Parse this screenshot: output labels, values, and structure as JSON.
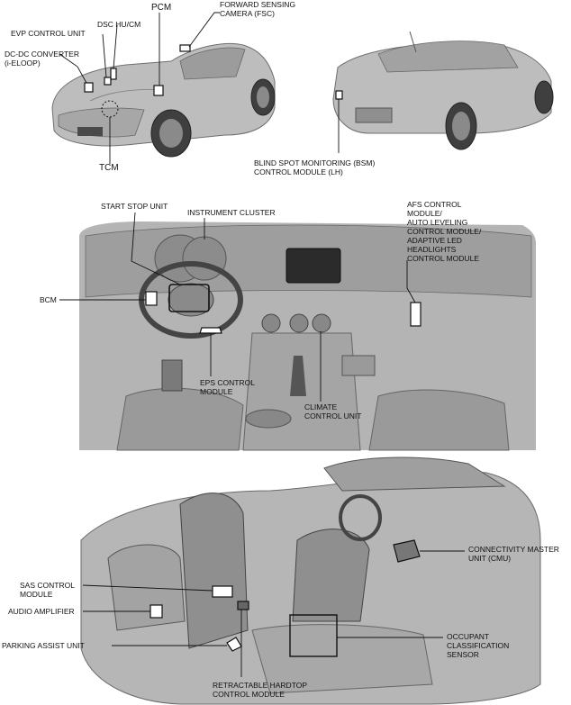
{
  "top": {
    "pcm": "PCM",
    "fsc": "FORWARD SENSING\nCAMERA (FSC)",
    "dsc": "DSC HU/CM",
    "evp": "EVP CONTROL UNIT",
    "dcdc": "DC-DC CONVERTER\n(i-ELOOP)",
    "tcm": "TCM",
    "bsm": "BLIND SPOT MONITORING (BSM)\nCONTROL MODULE (LH)"
  },
  "middle": {
    "ssu": "START STOP UNIT",
    "ic": "INSTRUMENT CLUSTER",
    "afs": "AFS CONTROL\nMODULE/\nAUTO LEVELING\nCONTROL MODULE/\nADAPTIVE LED\nHEADLIGHTS\nCONTROL MODULE",
    "bcm": "BCM",
    "eps": "EPS CONTROL\nMODULE",
    "climate": "CLIMATE\nCONTROL UNIT"
  },
  "bottom": {
    "cmu": "CONNECTIVITY MASTER\nUNIT (CMU)",
    "sas": "SAS CONTROL\nMODULE",
    "amp": "AUDIO AMPLIFIER",
    "pau": "PARKING ASSIST UNIT",
    "ocs": "OCCUPANT\nCLASSIFICATION\nSENSOR",
    "rht": "RETRACTABLE HARDTOP\nCONTROL MODULE"
  }
}
